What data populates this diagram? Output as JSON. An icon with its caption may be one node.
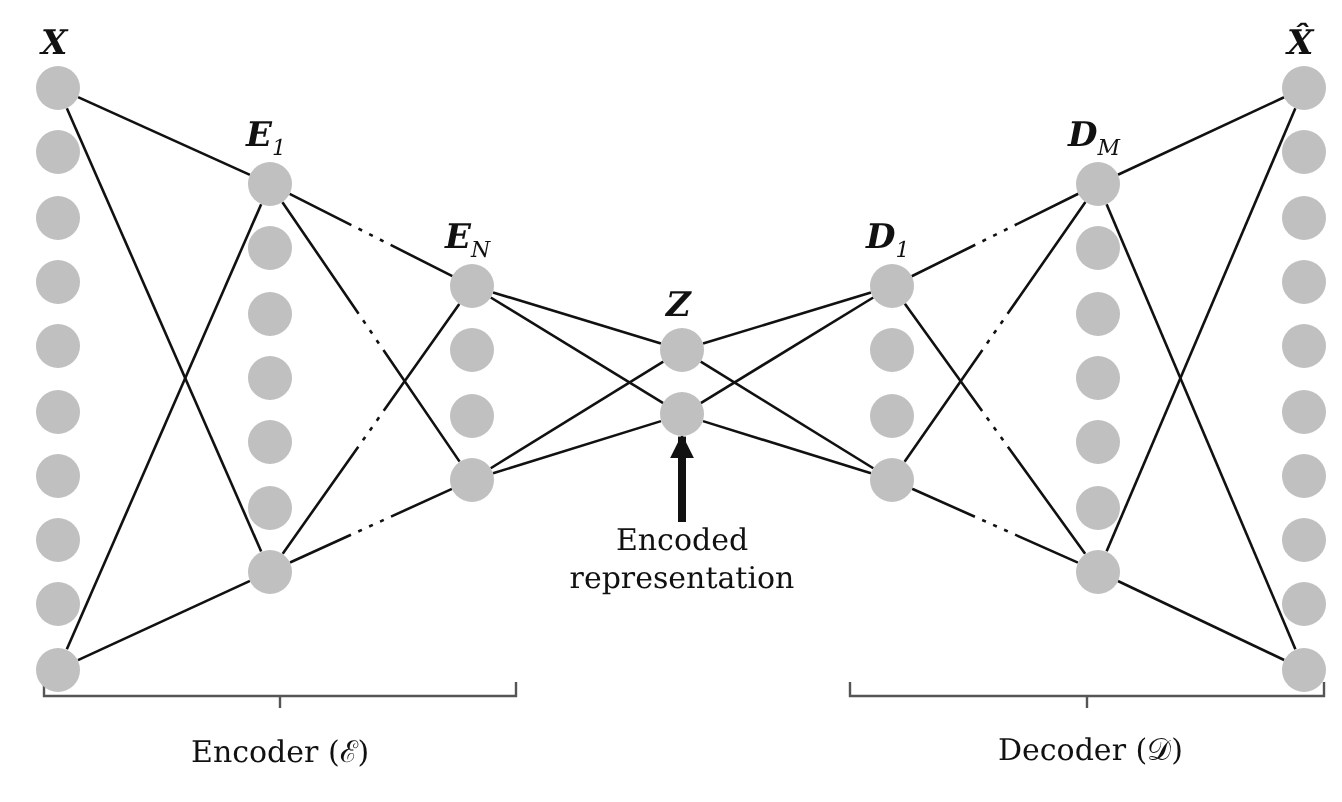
{
  "diagram": {
    "nodes": [
      {
        "text": [],
        "shape": "circle",
        "beside": [
          "X"
        ]
      },
      {
        "text": [],
        "shape": "circle"
      },
      {
        "text": [],
        "shape": "circle"
      },
      {
        "text": [],
        "shape": "circle"
      },
      {
        "text": [],
        "shape": "circle"
      },
      {
        "text": [],
        "shape": "circle"
      },
      {
        "text": [],
        "shape": "circle"
      },
      {
        "text": [],
        "shape": "circle"
      },
      {
        "text": [],
        "shape": "circle"
      },
      {
        "text": [],
        "shape": "circle"
      },
      {
        "text": [],
        "shape": "circle",
        "beside": [
          "E$_{1}$"
        ]
      },
      {
        "text": [],
        "shape": "circle"
      },
      {
        "text": [],
        "shape": "circle"
      },
      {
        "text": [],
        "shape": "circle"
      },
      {
        "text": [],
        "shape": "circle"
      },
      {
        "text": [],
        "shape": "circle"
      },
      {
        "text": [],
        "shape": "circle"
      },
      {
        "text": [],
        "shape": "circle",
        "beside": [
          "E$_{N}$"
        ]
      },
      {
        "text": [],
        "shape": "circle"
      },
      {
        "text": [],
        "shape": "circle"
      },
      {
        "text": [],
        "shape": "circle"
      },
      {
        "text": [],
        "shape": "circle",
        "beside": [
          "Z"
        ]
      },
      {
        "text": [],
        "shape": "circle"
      },
      {
        "text": [],
        "shape": "circle",
        "beside": [
          "D$_{1}$"
        ]
      },
      {
        "text": [],
        "shape": "circle"
      },
      {
        "text": [],
        "shape": "circle"
      },
      {
        "text": [],
        "shape": "circle"
      },
      {
        "text": [],
        "shape": "circle",
        "beside": [
          "D$_{M}$"
        ]
      },
      {
        "text": [],
        "shape": "circle"
      },
      {
        "text": [],
        "shape": "circle"
      },
      {
        "text": [],
        "shape": "circle"
      },
      {
        "text": [],
        "shape": "circle"
      },
      {
        "text": [],
        "shape": "circle"
      },
      {
        "text": [],
        "shape": "circle"
      },
      {
        "text": [],
        "shape": "circle",
        "beside": [
          "X̂"
        ]
      },
      {
        "text": [],
        "shape": "circle"
      },
      {
        "text": [],
        "shape": "circle"
      },
      {
        "text": [],
        "shape": "circle"
      },
      {
        "text": [],
        "shape": "circle"
      },
      {
        "text": [],
        "shape": "circle"
      },
      {
        "text": [],
        "shape": "circle"
      },
      {
        "text": [],
        "shape": "circle"
      },
      {
        "text": [],
        "shape": "circle"
      },
      {
        "text": [],
        "shape": "circle"
      },
      {
        "text": [
          "Encoded representation"
        ]
      }
    ],
    "edges": [
      {
        "from": 0,
        "to": 10,
        "arrow": "none"
      },
      {
        "from": 0,
        "to": 16,
        "arrow": "none"
      },
      {
        "from": 9,
        "to": 10,
        "arrow": "none"
      },
      {
        "from": 9,
        "to": 16,
        "arrow": "none"
      },
      {
        "from": 10,
        "to": 17,
        "arrow": "none",
        "style": "dashed"
      },
      {
        "from": 10,
        "to": 20,
        "arrow": "none",
        "style": "dashed"
      },
      {
        "from": 16,
        "to": 17,
        "arrow": "none",
        "style": "dashed"
      },
      {
        "from": 16,
        "to": 20,
        "arrow": "none",
        "style": "dashed"
      },
      {
        "from": 17,
        "to": 21,
        "arrow": "none"
      },
      {
        "from": 17,
        "to": 22,
        "arrow": "none"
      },
      {
        "from": 20,
        "to": 21,
        "arrow": "none"
      },
      {
        "from": 20,
        "to": 22,
        "arrow": "none"
      },
      {
        "from": 21,
        "to": 23,
        "arrow": "none"
      },
      {
        "from": 21,
        "to": 26,
        "arrow": "none"
      },
      {
        "from": 22,
        "to": 23,
        "arrow": "none"
      },
      {
        "from": 22,
        "to": 26,
        "arrow": "none"
      },
      {
        "from": 23,
        "to": 27,
        "arrow": "none",
        "style": "dashed"
      },
      {
        "from": 23,
        "to": 33,
        "arrow": "none",
        "style": "dashed"
      },
      {
        "from": 26,
        "to": 27,
        "arrow": "none",
        "style": "dashed"
      },
      {
        "from": 26,
        "to": 33,
        "arrow": "none",
        "style": "dashed"
      },
      {
        "from": 27,
        "to": 34,
        "arrow": "none"
      },
      {
        "from": 27,
        "to": 43,
        "arrow": "none"
      },
      {
        "from": 33,
        "to": 34,
        "arrow": "none"
      },
      {
        "from": 33,
        "to": 43,
        "arrow": "none"
      },
      {
        "from": 44,
        "to": 22,
        "arrow": "to",
        "style": "thick"
      }
    ],
    "labels": [
      "Encoder (ℰ)",
      "Decoder (𝒟)"
    ]
  }
}
